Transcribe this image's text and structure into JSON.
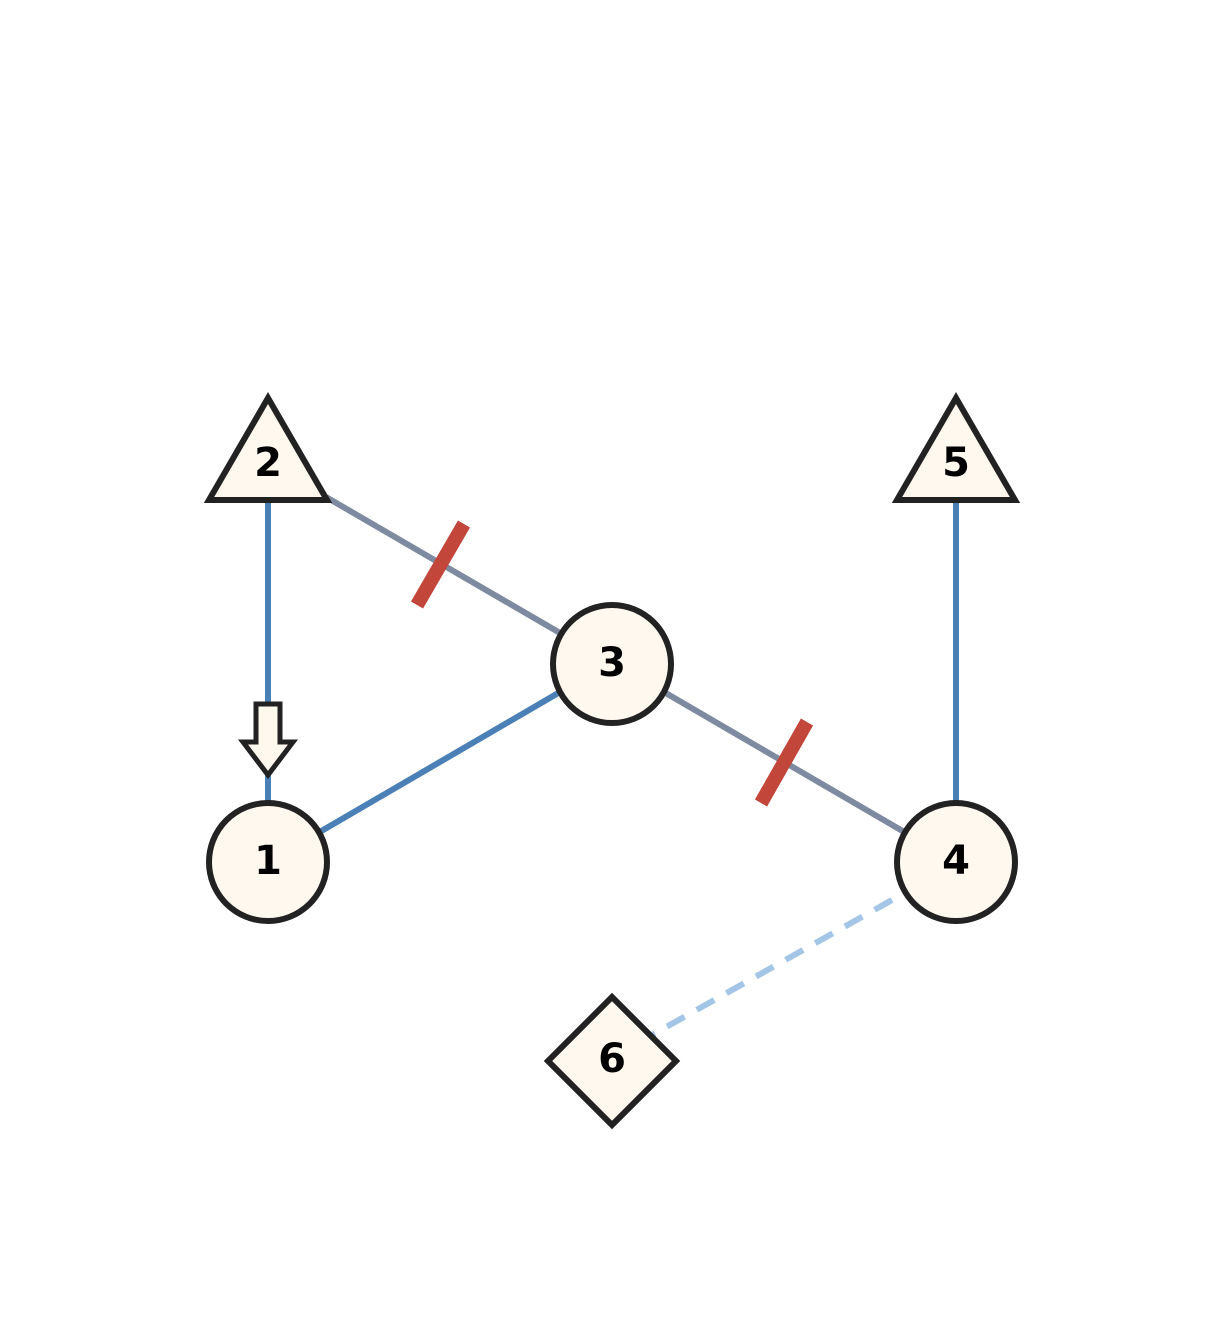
{
  "diagram": {
    "type": "graph",
    "colors": {
      "background": "#ffffff",
      "node_fill": "#fff8ee",
      "node_stroke": "#222222",
      "edge_primary": "#4a80b5",
      "edge_secondary": "#7d8aa0",
      "edge_dashed": "#a4c6e6",
      "break_mark": "#c3463a"
    },
    "nodes": [
      {
        "id": "1",
        "label": "1",
        "shape": "circle"
      },
      {
        "id": "2",
        "label": "2",
        "shape": "triangle"
      },
      {
        "id": "3",
        "label": "3",
        "shape": "circle"
      },
      {
        "id": "4",
        "label": "4",
        "shape": "circle"
      },
      {
        "id": "5",
        "label": "5",
        "shape": "triangle"
      },
      {
        "id": "6",
        "label": "6",
        "shape": "diamond"
      }
    ],
    "edges": [
      {
        "from": "2",
        "to": "1",
        "style": "solid",
        "color": "primary",
        "marker": "hollow-arrow-down"
      },
      {
        "from": "2",
        "to": "3",
        "style": "solid",
        "color": "secondary",
        "marker": "break-mark"
      },
      {
        "from": "3",
        "to": "1",
        "style": "solid",
        "color": "primary",
        "marker": "none"
      },
      {
        "from": "3",
        "to": "4",
        "style": "solid",
        "color": "secondary",
        "marker": "break-mark"
      },
      {
        "from": "5",
        "to": "4",
        "style": "solid",
        "color": "primary",
        "marker": "none"
      },
      {
        "from": "4",
        "to": "6",
        "style": "dashed",
        "color": "dashed",
        "marker": "none"
      }
    ]
  }
}
